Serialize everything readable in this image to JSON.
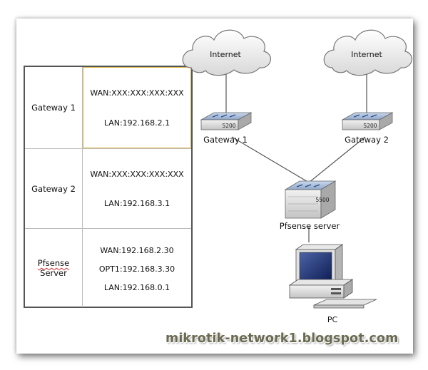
{
  "table": {
    "rows": [
      {
        "name": "Gateway 1",
        "values": [
          "WAN:XXX:XXX:XXX:XXX",
          "LAN:192.168.2.1"
        ]
      },
      {
        "name": "Gateway 2",
        "values": [
          "WAN:XXX:XXX:XXX:XXX",
          "LAN:192.168.3.1"
        ]
      },
      {
        "name_line1": "Pfsense",
        "name_line2": "Server",
        "values": [
          "WAN:192.168.2.30",
          "OPT1:192.168.3.30",
          "LAN:192.168.0.1"
        ]
      }
    ]
  },
  "diagram": {
    "cloud_left": "Internet",
    "cloud_right": "Internet",
    "gateway1": {
      "label": "Gateway 1",
      "badge": "5200"
    },
    "gateway2": {
      "label": "Gateway 2",
      "badge": "5200"
    },
    "server": {
      "label": "Pfsense server",
      "badge": "5500"
    },
    "pc": {
      "label": "PC"
    }
  },
  "watermark": "mikrotik-network1.blogspot.com",
  "colors": {
    "border": "#555555",
    "highlight": "#d9b54a",
    "watermark": "#6b6b52"
  }
}
